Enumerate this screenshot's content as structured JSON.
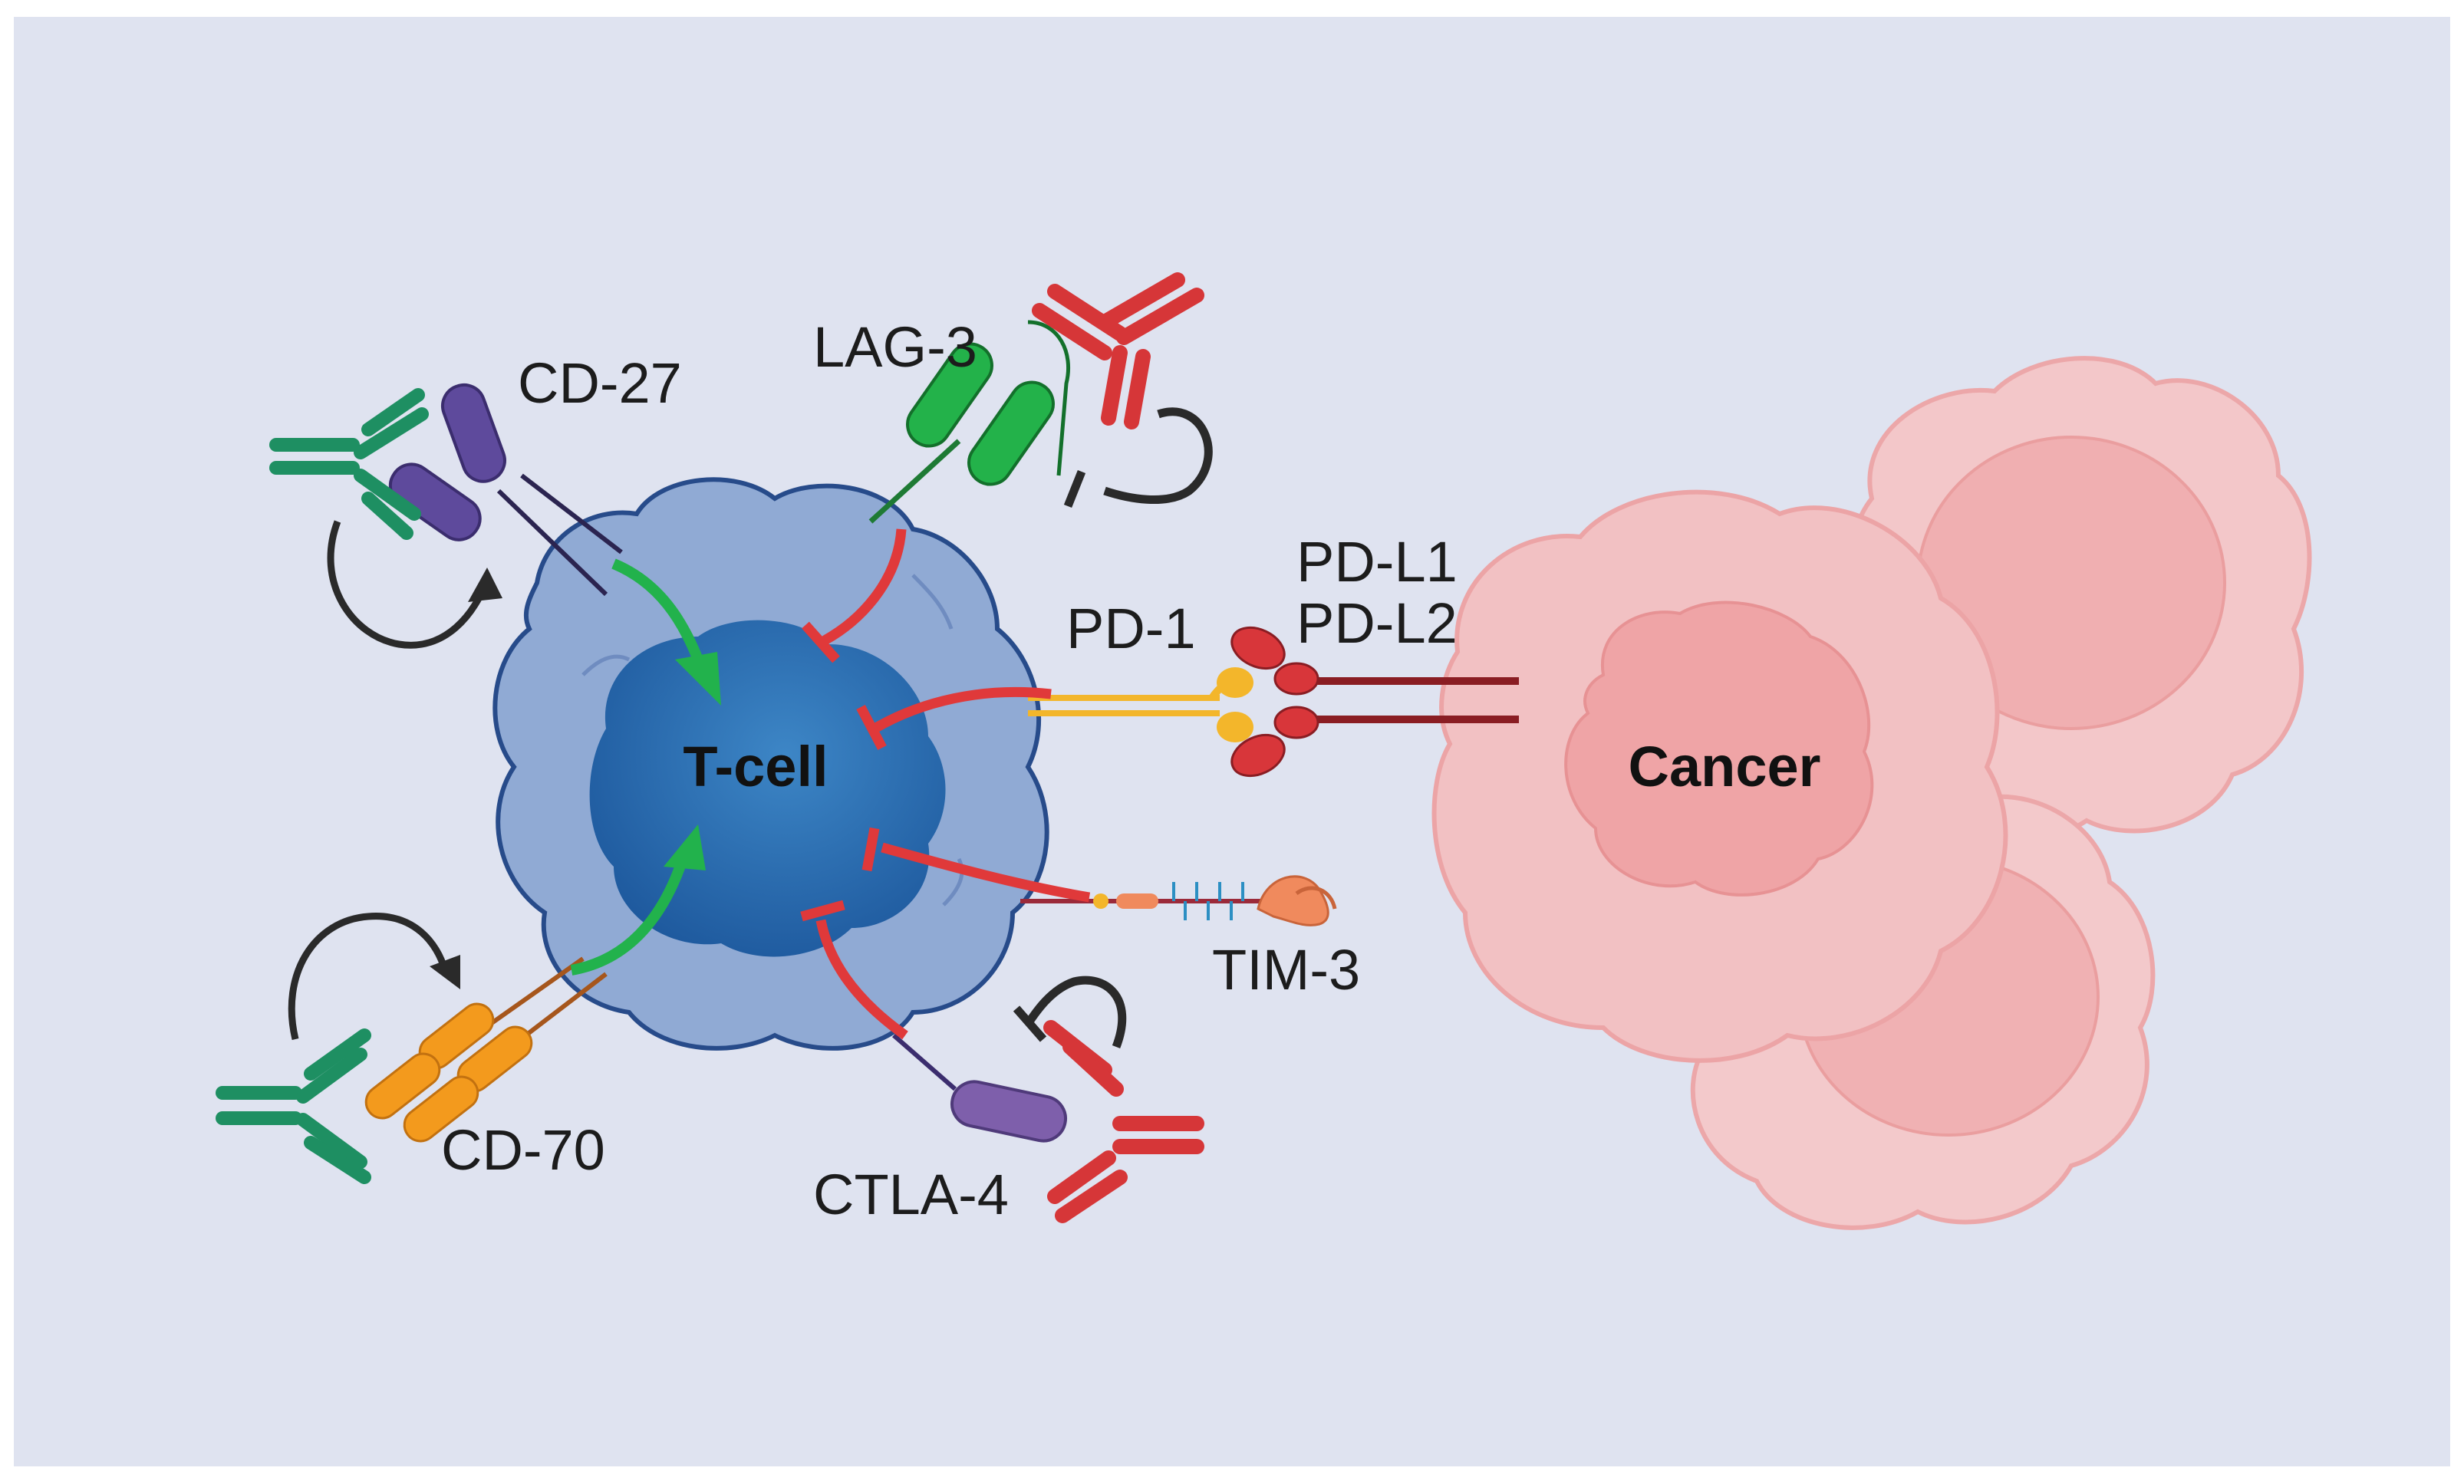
{
  "colors": {
    "background": "#dfe3f0",
    "tcell_outer": "#8fa9d3",
    "tcell_nucleus": "#2163a8",
    "cancer": "#f2a8a8",
    "activating_arrow": "#22b24c",
    "inhibitory": "#e0393a",
    "antibody_green": "#1e8f62",
    "antibody_red": "#d63638",
    "cd27": "#5e4a9c",
    "cd70": "#f39a1d",
    "lag3": "#23b24a",
    "ctla4": "#7e5fab",
    "pd1": "#f3b62b",
    "pdl": "#d8363a",
    "tim3": "#f08a5d"
  },
  "labels": {
    "tcell": "T-cell",
    "cancer": "Cancer",
    "cd27": "CD-27",
    "cd70": "CD-70",
    "lag3": "LAG-3",
    "ctla4": "CTLA-4",
    "pd1": "PD-1",
    "pdl1": "PD-L1",
    "pdl2": "PD-L2",
    "tim3": "TIM-3"
  }
}
